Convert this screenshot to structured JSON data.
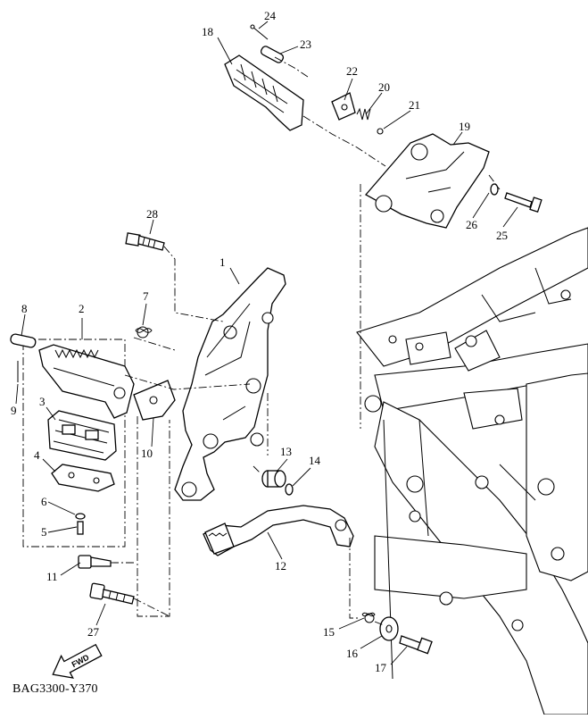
{
  "diagram": {
    "code": "BAG3300-Y370",
    "fwd_label": "FWD",
    "callouts": [
      "1",
      "2",
      "3",
      "4",
      "5",
      "6",
      "7",
      "8",
      "9",
      "10",
      "11",
      "12",
      "13",
      "14",
      "15",
      "16",
      "17",
      "18",
      "19",
      "20",
      "21",
      "22",
      "23",
      "24",
      "25",
      "26",
      "27",
      "28"
    ]
  }
}
